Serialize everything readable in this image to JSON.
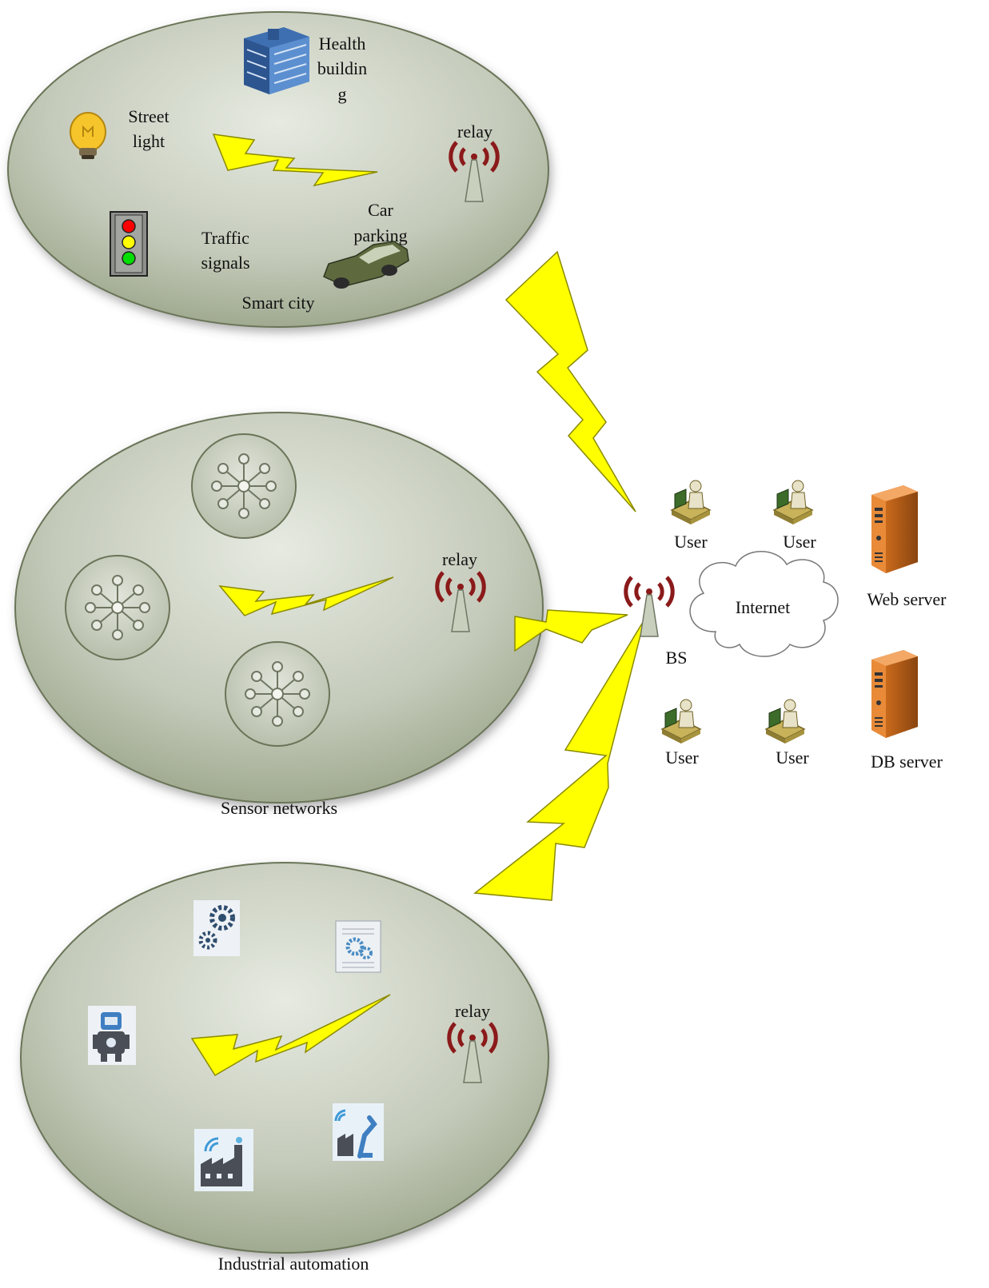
{
  "smart_city": {
    "caption": "Smart city",
    "health_building": [
      "Health",
      "buildin",
      "g"
    ],
    "street_light": [
      "Street",
      "light"
    ],
    "traffic_signals": [
      "Traffic",
      "signals"
    ],
    "car_parking": [
      "Car",
      "parking"
    ],
    "relay": "relay"
  },
  "sensor_networks": {
    "caption": "Sensor networks",
    "relay": "relay"
  },
  "industrial_automation": {
    "caption": "Industrial automation",
    "relay": "relay"
  },
  "core": {
    "bs": "BS",
    "internet": "Internet",
    "users": [
      "User",
      "User",
      "User",
      "User"
    ],
    "web_server": "Web server",
    "db_server": "DB server"
  },
  "colors": {
    "cluster_fill_top": "#e4e8df",
    "cluster_fill_bottom": "#9aa58a",
    "bolt": "#ffff00",
    "antenna_waves": "#8b1a1a",
    "server": "#e07b24"
  }
}
